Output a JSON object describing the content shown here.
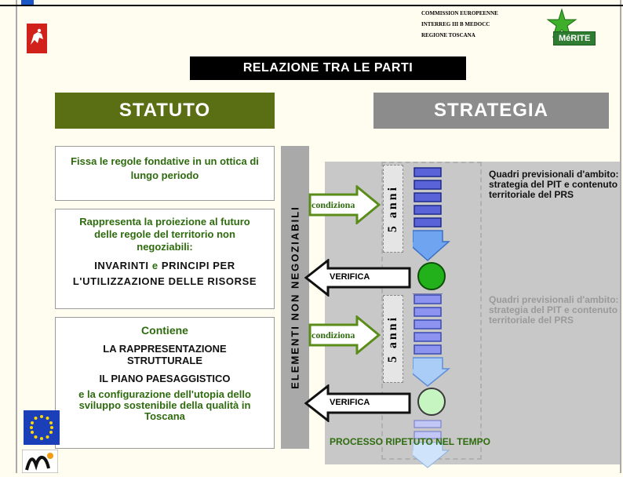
{
  "header": {
    "org_lines": [
      "COMMISSION EUROPEENNE",
      "INTERREG III B MEDOCC",
      "REGIONE TOSCANA"
    ],
    "merite_label": "MéRITE"
  },
  "title": "RELAZIONE TRA LE PARTI",
  "statuto": {
    "heading": "STATUTO",
    "box1": "Fissa le regole fondative in un ottica di lungo periodo",
    "box2_lead": "Rappresenta la proiezione al futuro delle regole del territorio non negoziabili:",
    "box2_inv": "INVARINTI",
    "box2_e": "e",
    "box2_rest": "PRINCIPI PER L'UTILIZZAZIONE DELLE RISORSE",
    "box3_lead": "Contiene",
    "box3_a": "LA RAPPRESENTAZIONE STRUTTURALE",
    "box3_b": "IL PIANO PAESAGGISTICO",
    "box3_c": "e la configurazione dell'utopia dello sviluppo sostenibile della qualità in Toscana"
  },
  "strategia": {
    "heading": "STRATEGIA",
    "quadri_1": "Quadri previsionali d'ambito: strategia del PIT e contenuto territoriale del PRS",
    "quadri_2": "Quadri previsionali d'ambito: strategia del PIT e contenuto territoriale del PRS"
  },
  "center_label": "ELEMENTI NON NEGOZIABILI",
  "arrows": {
    "condiziona_1": "condiziona",
    "condiziona_2": "condiziona",
    "verifica_1": "VERIFICA",
    "verifica_2": "VERIFICA"
  },
  "anni_1": "5 anni",
  "anni_2": "5 anni",
  "footer_process": "PROCESSO RIPETUTO NEL TEMPO",
  "colors": {
    "statuto_green": "#5a6e13",
    "strategia_gray": "#8c8c8c",
    "circle_dark": "#22b11a",
    "circle_light": "#c7f5c2",
    "stripe_blue": "#5a63d8"
  }
}
